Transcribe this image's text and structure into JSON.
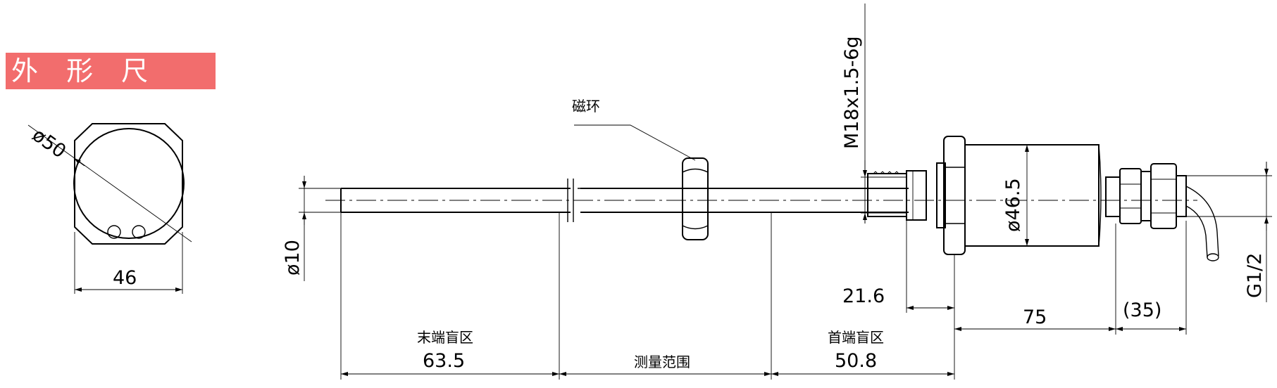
{
  "title": "外 形 尺 寸:",
  "end_view": {
    "diameter_label": "ø50",
    "width_label": "46"
  },
  "side_view": {
    "magnet_label": "磁环",
    "thread_label": "M18x1.5-6g",
    "rod_diameter_label": "ø10",
    "body_diameter_label": "ø46.5",
    "outlet_thread_label": "G1/2",
    "dim_21_6": "21.6",
    "dim_75": "75",
    "dim_35": "(35)",
    "tail_dead_zone_label": "末端盲区",
    "tail_dead_zone_value": "63.5",
    "measure_range_label": "测量范围",
    "head_dead_zone_label": "首端盲区",
    "head_dead_zone_value": "50.8"
  }
}
